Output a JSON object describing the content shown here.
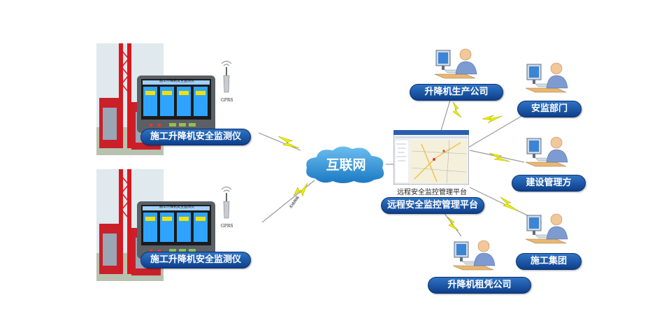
{
  "devices": [
    {
      "label": "施工升降机安全监测仪",
      "antenna_label": "GPRS"
    },
    {
      "label": "施工升降机安全监测仪",
      "antenna_label": "GPRS"
    }
  ],
  "cloud": {
    "label": "互联网"
  },
  "platform": {
    "caption": "远程安全监控管理平台",
    "label": "远程安全监控管理平台"
  },
  "clients": [
    {
      "label": "升降机生产公司"
    },
    {
      "label": "安监部门"
    },
    {
      "label": "建设管理方"
    },
    {
      "label": "施工集团"
    },
    {
      "label": "升降机租凭公司"
    }
  ],
  "link_label": "无线网络",
  "colors": {
    "pill_top": "#2f73c4",
    "pill_bottom": "#0d3f8a",
    "cloud": "#2a8fd6",
    "lightning": "#e8f000",
    "crane": "#d8181e"
  }
}
